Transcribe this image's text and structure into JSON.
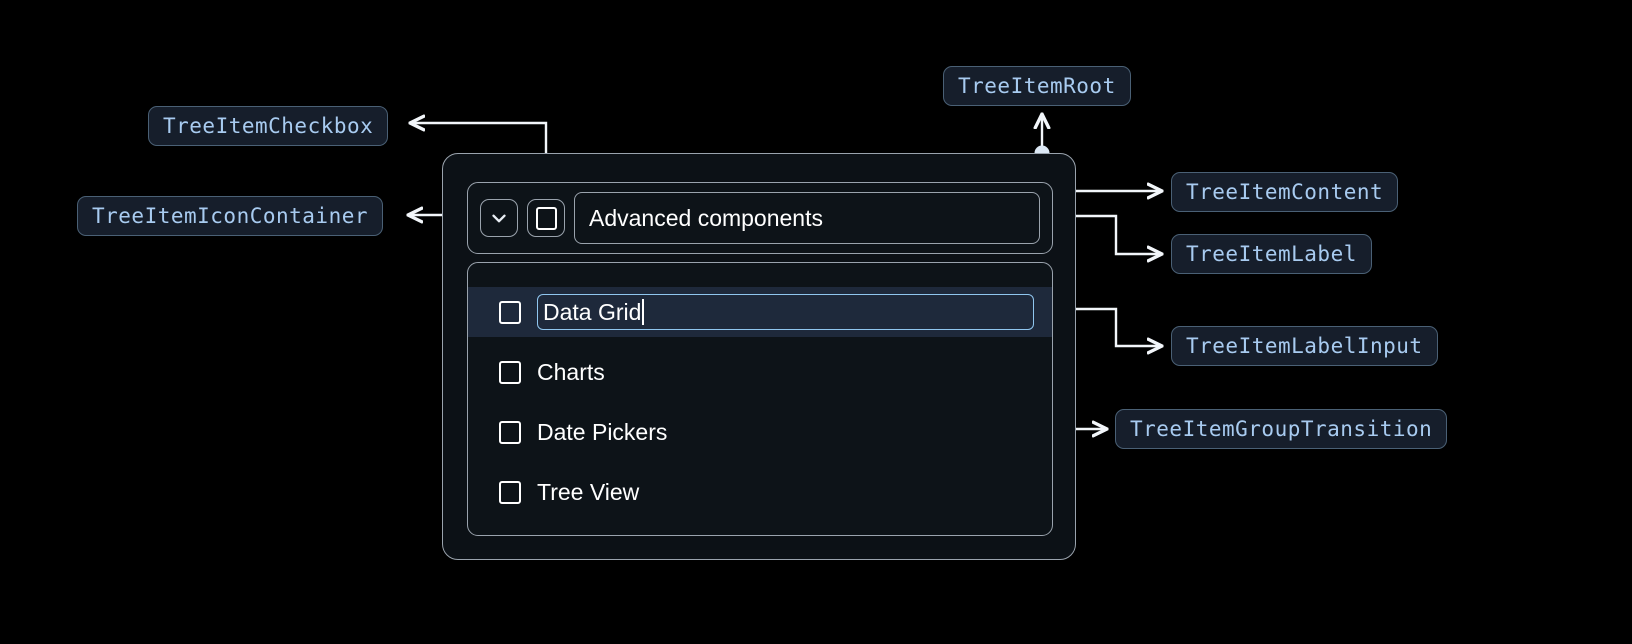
{
  "background": "#000000",
  "accent": "#a8cbf0",
  "chip_fill": "#161e2b",
  "chip_border": "#4a6075",
  "wire_color": "#f2f6fa",
  "annotations": [
    {
      "id": "tree-item-checkbox",
      "label": "TreeItemCheckbox"
    },
    {
      "id": "tree-item-icon-container",
      "label": "TreeItemIconContainer"
    },
    {
      "id": "tree-item-root",
      "label": "TreeItemRoot"
    },
    {
      "id": "tree-item-content",
      "label": "TreeItemContent"
    },
    {
      "id": "tree-item-label",
      "label": "TreeItemLabel"
    },
    {
      "id": "tree-item-label-input",
      "label": "TreeItemLabelInput"
    },
    {
      "id": "tree-item-group-transition",
      "label": "TreeItemGroupTransition"
    }
  ],
  "tree": {
    "root_label": "Advanced components",
    "expand_icon": "chevron-down-icon",
    "checkbox_icon": "checkbox-unchecked-icon",
    "items": [
      {
        "label": "Data Grid",
        "editing": true,
        "selected": true,
        "checked": false
      },
      {
        "label": "Charts",
        "editing": false,
        "selected": false,
        "checked": false
      },
      {
        "label": "Date Pickers",
        "editing": false,
        "selected": false,
        "checked": false
      },
      {
        "label": "Tree View",
        "editing": false,
        "selected": false,
        "checked": false
      }
    ]
  }
}
